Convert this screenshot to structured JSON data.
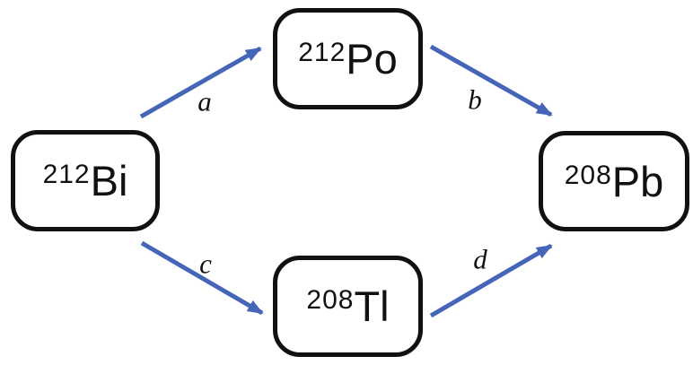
{
  "diagram": {
    "background": "#ffffff",
    "colors": {
      "arrow": "#4565b8",
      "box_border": "#111111",
      "text": "#111111"
    },
    "nodes": {
      "bi": {
        "mass": "212",
        "symbol": "Bi"
      },
      "po": {
        "mass": "212",
        "symbol": "Po"
      },
      "tl": {
        "mass": "208",
        "symbol": "Tl"
      },
      "pb": {
        "mass": "208",
        "symbol": "Pb"
      }
    },
    "edges": {
      "a": {
        "label": "a",
        "from": "bi",
        "to": "po"
      },
      "b": {
        "label": "b",
        "from": "po",
        "to": "pb"
      },
      "c": {
        "label": "c",
        "from": "bi",
        "to": "tl"
      },
      "d": {
        "label": "d",
        "from": "tl",
        "to": "pb"
      }
    }
  }
}
